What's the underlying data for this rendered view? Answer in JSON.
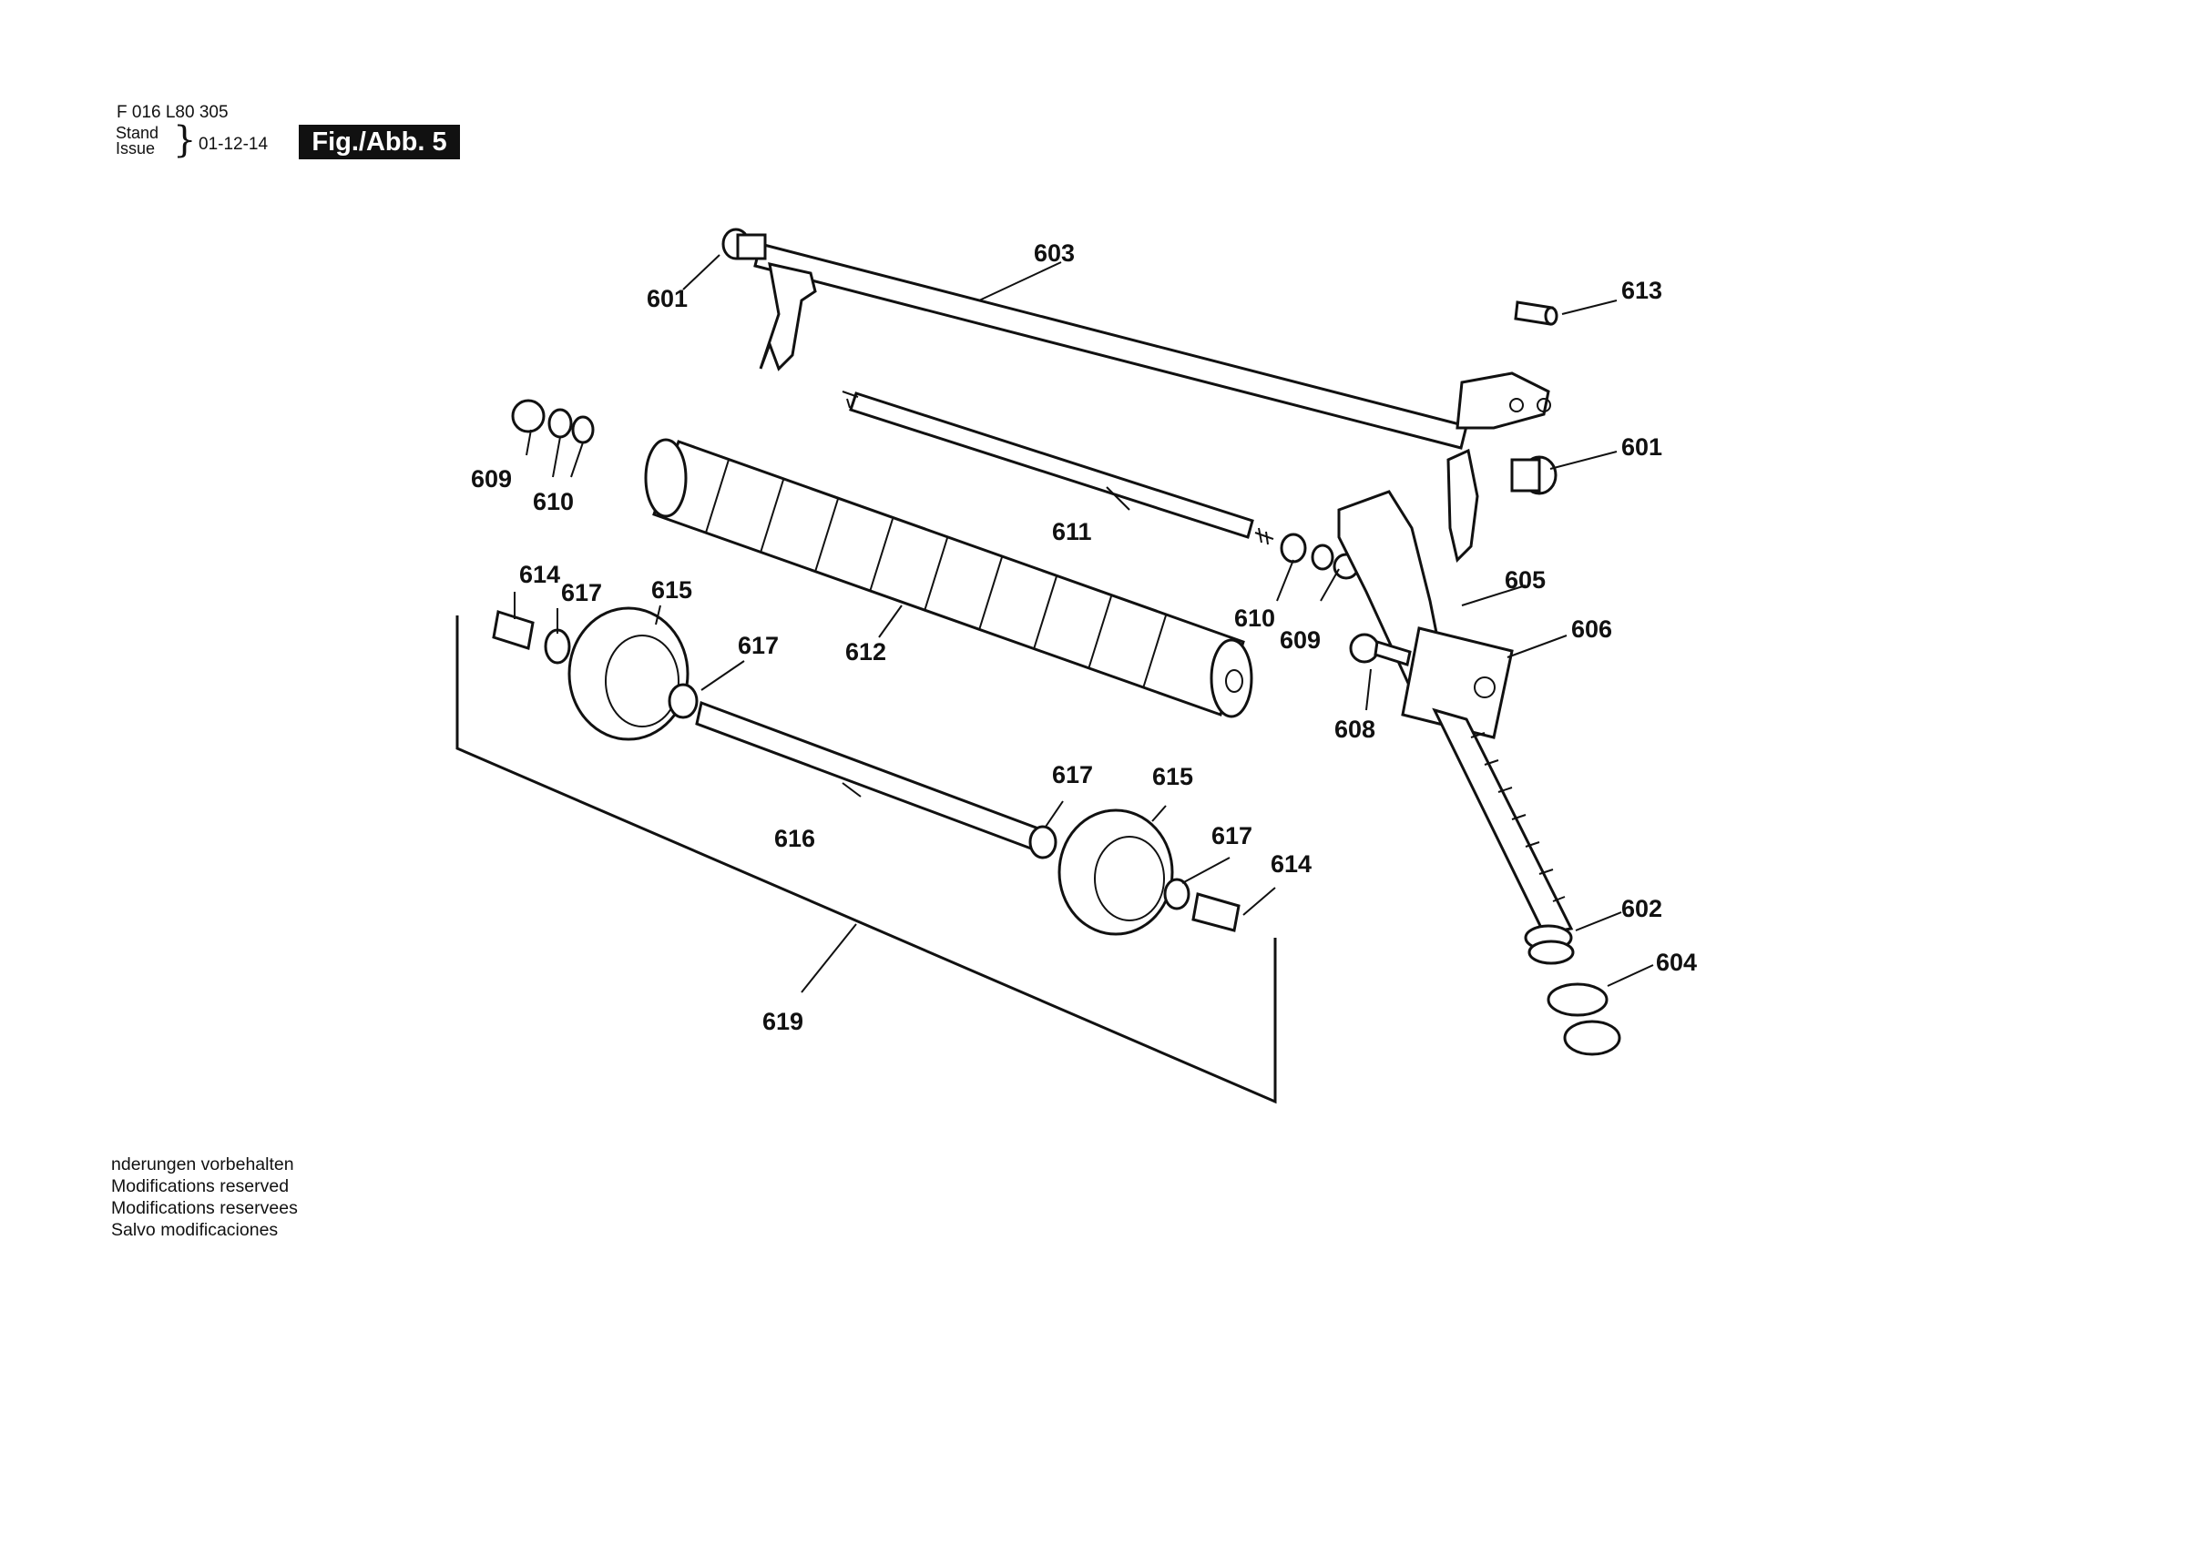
{
  "header": {
    "doc_number": "F 016 L80 305",
    "stand_label": "Stand",
    "issue_label": "Issue",
    "brace": "}",
    "date": "01-12-14",
    "figure_label": "Fig./Abb. 5"
  },
  "footer_notes": [
    "nderungen vorbehalten",
    "Modifications reserved",
    "Modifications reservees",
    "Salvo modificaciones"
  ],
  "callouts": {
    "c601a": "601",
    "c603": "603",
    "c613": "613",
    "c601b": "601",
    "c609a": "609",
    "c610a": "610",
    "c611": "611",
    "c610b": "610",
    "c609b": "609",
    "c605": "605",
    "c606": "606",
    "c614a": "614",
    "c617a": "617",
    "c615a": "615",
    "c617b": "617",
    "c612": "612",
    "c608": "608",
    "c617c": "617",
    "c615b": "615",
    "c616": "616",
    "c617d": "617",
    "c614b": "614",
    "c602": "602",
    "c604": "604",
    "c619": "619"
  }
}
